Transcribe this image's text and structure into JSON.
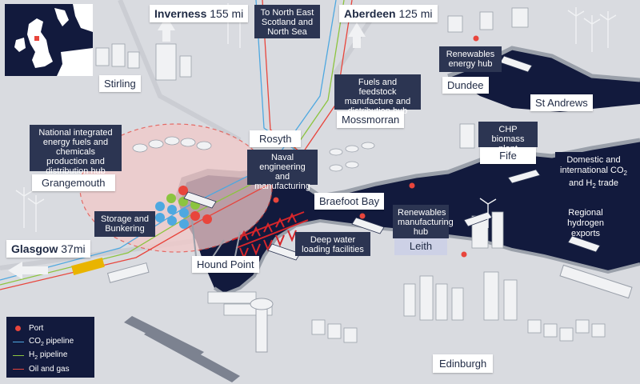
{
  "title_labels": {
    "inverness": {
      "name": "Inverness",
      "distance": "155 mi"
    },
    "aberdeen": {
      "name": "Aberdeen",
      "distance": "125 mi"
    },
    "glasgow": {
      "name": "Glasgow",
      "distance": "37mi"
    }
  },
  "places": {
    "stirling": "Stirling",
    "dundee": "Dundee",
    "st_andrews": "St Andrews",
    "mossmorran": "Mossmorran",
    "rosyth": "Rosyth",
    "grangemouth": "Grangemouth",
    "fife": "Fife",
    "braefoot_bay": "Braefoot Bay",
    "leith": "Leith",
    "hound_point": "Hound Point",
    "edinburgh": "Edinburgh"
  },
  "descriptions": {
    "north_sea": "To North East Scotland and North Sea",
    "renewables_energy_hub": "Renewables energy hub",
    "fuels_feedstock": "Fuels and feedstock manufacture and distribution hub",
    "national_integrated": "National integrated energy fuels and chemicals production and distribution hub",
    "naval": "Naval engineering and manufacturing",
    "chp_biomass": "CHP biomass plant",
    "domestic_co2_line1": "Domestic and",
    "domestic_co2_line2a": "international CO",
    "domestic_co2_sub2": "2",
    "domestic_co2_line3a": "and H",
    "domestic_co2_sub3": "2",
    "domestic_co2_line3b": "trade",
    "regional_hydrogen": "Regional hydrogen exports",
    "renewables_manufacturing": "Renewables manufacturing hub",
    "storage_bunkering": "Storage and Bunkering",
    "deep_water": "Deep water loading facilities"
  },
  "legend": {
    "port": "Port",
    "co2_main": "CO",
    "co2_sub": "2",
    "co2_rest": " pipeline",
    "h2_main": "H",
    "h2_sub": "2",
    "h2_rest": " pipeline",
    "oil_gas": "Oil and gas"
  },
  "colors": {
    "port": "#e8453c",
    "co2_pipeline": "#4ea8e0",
    "h2_pipeline": "#8cc43f",
    "oil_gas": "#e8453c",
    "sea": "#121a3d",
    "land": "#d9dbe0",
    "label_dark": "#2c3552",
    "bridge": "#d6262b"
  },
  "icons": {
    "north_arrows": "arrow-up-icon",
    "glasgow_arrow": "arrow-left-icon",
    "wind_turbine": "wind-turbine-icon",
    "ship": "ship-icon",
    "port_marker": "port-dot-icon"
  }
}
